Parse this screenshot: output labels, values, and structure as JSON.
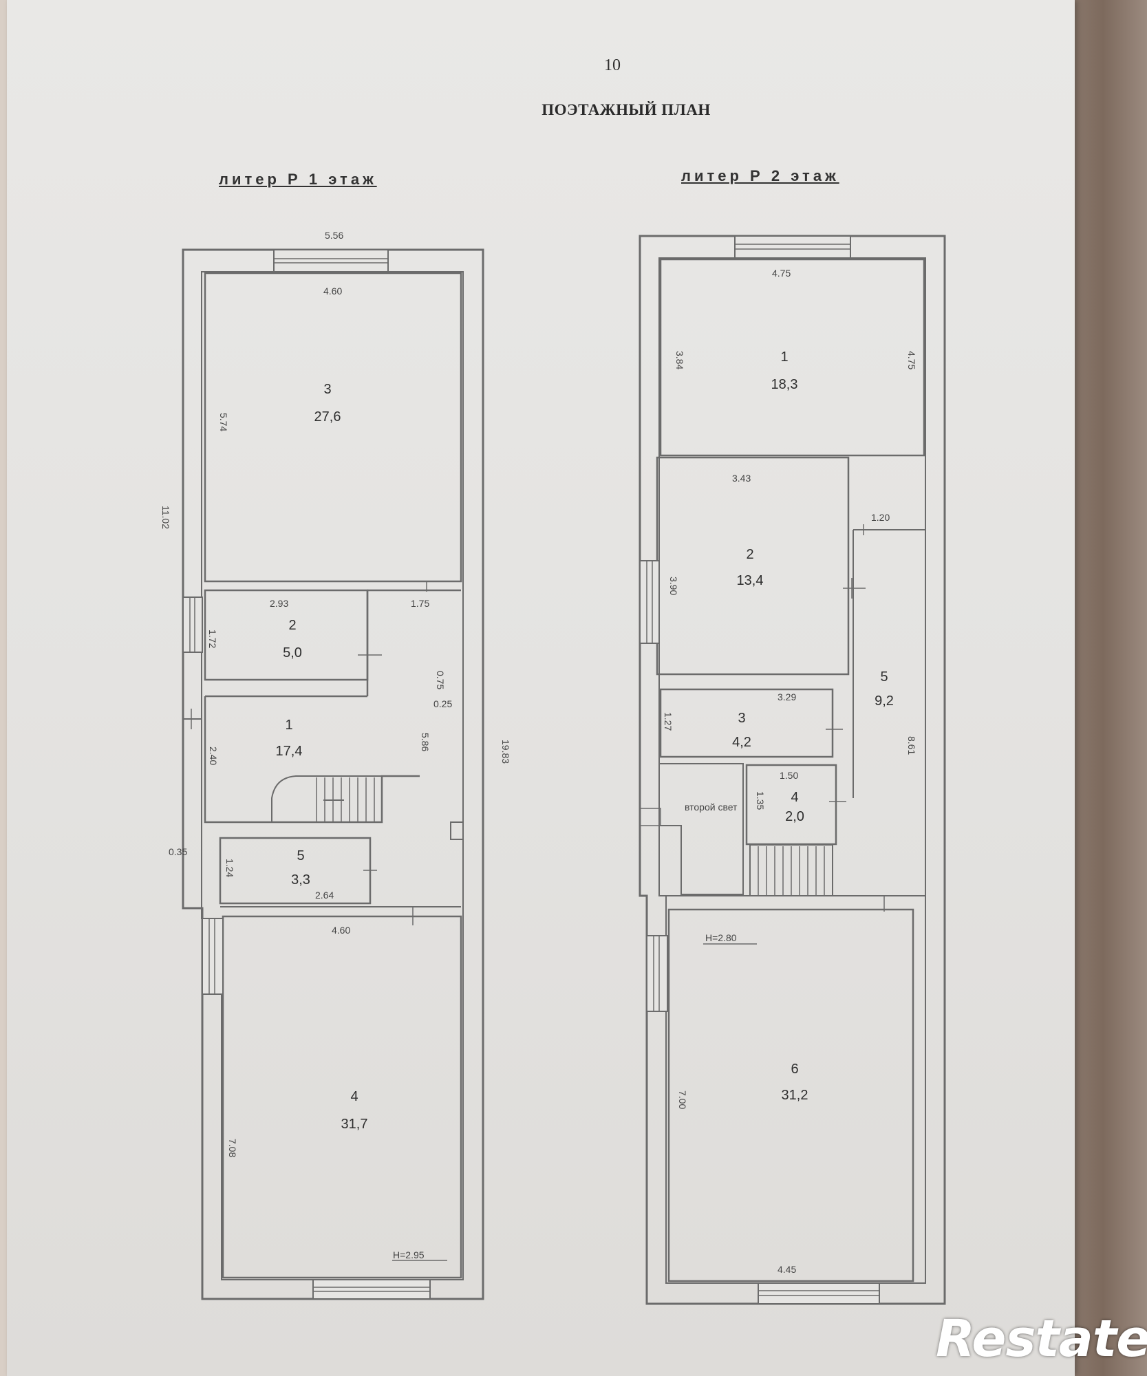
{
  "page_number": "10",
  "title": "ПОЭТАЖНЫЙ ПЛАН",
  "floors": [
    {
      "label": "литер Р 1 этаж",
      "height_note": "H=2.95",
      "outer_dims": {
        "top": "5.56",
        "left": "11.02",
        "right": "19.83",
        "gap": "0.35"
      },
      "rooms": [
        {
          "num": "3",
          "area": "27,6",
          "dims": [
            "4.60",
            "5.74"
          ]
        },
        {
          "num": "2",
          "area": "5,0",
          "dims": [
            "2.93",
            "1.72"
          ]
        },
        {
          "num": "1",
          "area": "17,4",
          "dims": [
            "1.75",
            "2.40",
            "5.86",
            "0.75",
            "0.25"
          ]
        },
        {
          "num": "5",
          "area": "3,3",
          "dims": [
            "1.24",
            "2.64"
          ]
        },
        {
          "num": "4",
          "area": "31,7",
          "dims": [
            "4.60",
            "7.08"
          ]
        }
      ]
    },
    {
      "label": "литер Р 2 этаж",
      "height_note": "H=2.80",
      "stair_label": "второй свет",
      "rooms": [
        {
          "num": "1",
          "area": "18,3",
          "dims": [
            "4.75",
            "3.84",
            "4.75"
          ]
        },
        {
          "num": "2",
          "area": "13,4",
          "dims": [
            "3.43",
            "3.90"
          ]
        },
        {
          "num": "5",
          "area": "9,2",
          "dims": [
            "1.20",
            "8.61"
          ]
        },
        {
          "num": "3",
          "area": "4,2",
          "dims": [
            "3.29",
            "1.27"
          ]
        },
        {
          "num": "4",
          "area": "2,0",
          "dims": [
            "1.50",
            "1.35"
          ]
        },
        {
          "num": "6",
          "area": "31,2",
          "dims": [
            "7.00",
            "4.45"
          ]
        }
      ]
    }
  ],
  "watermark": "Restate",
  "colors": {
    "paper": "#e6e5e3",
    "lines": "#6a6a6a",
    "background": "#8a786c"
  }
}
